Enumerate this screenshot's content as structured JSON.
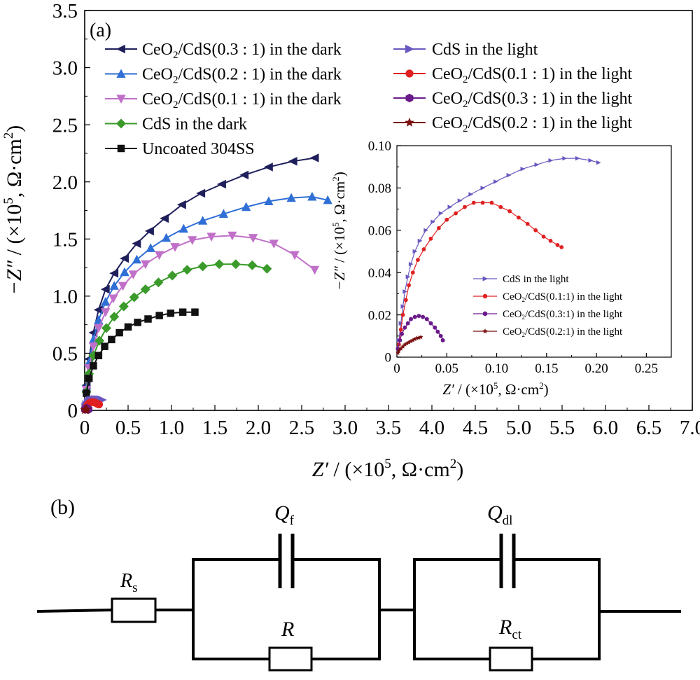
{
  "panel_a": {
    "label": "(a)",
    "xlabel": {
      "var": "Z′",
      "rest": " / (×10",
      "exp": "5",
      "unit": ", Ω·cm",
      "unit_exp": "2",
      "close": ")"
    },
    "ylabel": {
      "var": "−Z″",
      "rest": " / (×10",
      "exp": "5",
      "unit": ", Ω·cm",
      "unit_exp": "2",
      "close": ")"
    }
  },
  "panel_b": {
    "label": "(b)",
    "components": {
      "rs": {
        "main": "R",
        "sub": "s"
      },
      "qf": {
        "main": "Q",
        "sub": "f"
      },
      "r": {
        "main": "R",
        "sub": ""
      },
      "qdl": {
        "main": "Q",
        "sub": "dl"
      },
      "rct": {
        "main": "R",
        "sub": "ct"
      }
    }
  },
  "chart_data": [
    {
      "type": "line",
      "name": "main",
      "xlim": [
        0,
        7.0
      ],
      "ylim": [
        0,
        3.5
      ],
      "x_ticks": [
        "0",
        "0.5",
        "1.0",
        "1.5",
        "2.0",
        "2.5",
        "3.0",
        "3.5",
        "4.0",
        "4.5",
        "5.0",
        "5.5",
        "6.0",
        "6.5",
        "7.0"
      ],
      "y_ticks": [
        "0",
        "0.5",
        "1.0",
        "1.5",
        "2.0",
        "2.5",
        "3.0",
        "3.5"
      ],
      "legend_left": [
        {
          "pre": "CeO",
          "sub": "2",
          "post": "/CdS(0.3 : 1) in the dark",
          "series": "ceo2_03_dark"
        },
        {
          "pre": "CeO",
          "sub": "2",
          "post": "/CdS(0.2 : 1) in the dark",
          "series": "ceo2_02_dark"
        },
        {
          "pre": "CeO",
          "sub": "2",
          "post": "/CdS(0.1 : 1) in the dark",
          "series": "ceo2_01_dark"
        },
        {
          "pre": "CdS in the dark",
          "sub": "",
          "post": "",
          "series": "cds_dark"
        },
        {
          "pre": "Uncoated 304SS",
          "sub": "",
          "post": "",
          "series": "uncoated"
        }
      ],
      "legend_right": [
        {
          "pre": "CdS in the light",
          "sub": "",
          "post": "",
          "series": "cds_light"
        },
        {
          "pre": "CeO",
          "sub": "2",
          "post": "/CdS(0.1 : 1) in the light",
          "series": "ceo2_01_light"
        },
        {
          "pre": "CeO",
          "sub": "2",
          "post": "/CdS(0.3 : 1) in the light",
          "series": "ceo2_03_light"
        },
        {
          "pre": "CeO",
          "sub": "2",
          "post": "/CdS(0.2 : 1) in the light",
          "series": "ceo2_02_light"
        }
      ],
      "series": [
        {
          "id": "ceo2_03_dark",
          "color": "#1f1f5c",
          "marker": "tri-left",
          "x": [
            0.02,
            0.05,
            0.1,
            0.16,
            0.24,
            0.34,
            0.46,
            0.6,
            0.75,
            0.92,
            1.12,
            1.34,
            1.58,
            1.84,
            2.12,
            2.4,
            2.65
          ],
          "y": [
            0.22,
            0.45,
            0.68,
            0.88,
            1.06,
            1.2,
            1.33,
            1.46,
            1.57,
            1.68,
            1.8,
            1.9,
            1.98,
            2.06,
            2.13,
            2.18,
            2.21
          ]
        },
        {
          "id": "ceo2_02_dark",
          "color": "#2f6fd6",
          "marker": "tri-up",
          "x": [
            0.02,
            0.05,
            0.1,
            0.16,
            0.24,
            0.34,
            0.46,
            0.6,
            0.76,
            0.94,
            1.14,
            1.36,
            1.6,
            1.86,
            2.12,
            2.38,
            2.62,
            2.8
          ],
          "y": [
            0.2,
            0.42,
            0.62,
            0.79,
            0.95,
            1.09,
            1.21,
            1.32,
            1.42,
            1.51,
            1.59,
            1.66,
            1.72,
            1.78,
            1.83,
            1.86,
            1.87,
            1.84
          ]
        },
        {
          "id": "ceo2_01_dark",
          "color": "#c070c8",
          "marker": "tri-down",
          "x": [
            0.02,
            0.05,
            0.1,
            0.16,
            0.24,
            0.33,
            0.44,
            0.56,
            0.7,
            0.86,
            1.04,
            1.24,
            1.46,
            1.7,
            1.94,
            2.18,
            2.42,
            2.65
          ],
          "y": [
            0.18,
            0.37,
            0.56,
            0.72,
            0.86,
            0.98,
            1.09,
            1.19,
            1.28,
            1.36,
            1.43,
            1.49,
            1.52,
            1.53,
            1.51,
            1.46,
            1.36,
            1.23
          ]
        },
        {
          "id": "cds_dark",
          "color": "#3a9a2a",
          "marker": "diamond",
          "x": [
            0.02,
            0.05,
            0.1,
            0.17,
            0.25,
            0.34,
            0.45,
            0.57,
            0.7,
            0.85,
            1.01,
            1.18,
            1.36,
            1.55,
            1.74,
            1.93,
            2.1
          ],
          "y": [
            0.16,
            0.32,
            0.48,
            0.61,
            0.72,
            0.82,
            0.91,
            0.99,
            1.06,
            1.12,
            1.18,
            1.23,
            1.26,
            1.28,
            1.28,
            1.27,
            1.24
          ]
        },
        {
          "id": "uncoated",
          "color": "#111111",
          "marker": "square",
          "x": [
            0.02,
            0.05,
            0.1,
            0.16,
            0.23,
            0.31,
            0.4,
            0.5,
            0.61,
            0.73,
            0.86,
            0.99,
            1.13,
            1.27
          ],
          "y": [
            0.15,
            0.28,
            0.39,
            0.48,
            0.56,
            0.62,
            0.68,
            0.73,
            0.77,
            0.8,
            0.83,
            0.85,
            0.86,
            0.86
          ]
        },
        {
          "id": "cds_light",
          "color": "#6a58c0",
          "marker": "tri-right",
          "x": [
            0.01,
            0.02,
            0.04,
            0.06,
            0.08,
            0.1,
            0.12,
            0.14,
            0.16,
            0.18,
            0.2
          ],
          "y": [
            0.03,
            0.05,
            0.07,
            0.085,
            0.09,
            0.093,
            0.095,
            0.095,
            0.095,
            0.094,
            0.092
          ]
        },
        {
          "id": "ceo2_01_light",
          "color": "#e02020",
          "marker": "circle",
          "x": [
            0.01,
            0.03,
            0.05,
            0.07,
            0.09,
            0.11,
            0.13,
            0.15,
            0.165
          ],
          "y": [
            0.02,
            0.045,
            0.062,
            0.07,
            0.073,
            0.07,
            0.064,
            0.056,
            0.052
          ]
        },
        {
          "id": "ceo2_03_light",
          "color": "#6a1a8a",
          "marker": "hexagon",
          "x": [
            0.004,
            0.01,
            0.016,
            0.022,
            0.028,
            0.034,
            0.04,
            0.045
          ],
          "y": [
            0.008,
            0.014,
            0.018,
            0.019,
            0.018,
            0.015,
            0.011,
            0.008
          ]
        },
        {
          "id": "ceo2_02_light",
          "color": "#7a1010",
          "marker": "star",
          "x": [
            0.002,
            0.005,
            0.009,
            0.014,
            0.019,
            0.024
          ],
          "y": [
            0.003,
            0.006,
            0.008,
            0.009,
            0.0095,
            0.0095
          ]
        }
      ]
    },
    {
      "type": "line",
      "name": "inset",
      "xlim": [
        0,
        0.275
      ],
      "ylim": [
        0,
        0.1
      ],
      "x_ticks": [
        "0",
        "0.05",
        "0.10",
        "0.15",
        "0.20",
        "0.25"
      ],
      "y_ticks": [
        "0",
        "0.02",
        "0.04",
        "0.06",
        "0.08",
        "0.10"
      ],
      "xlabel": {
        "var": "Z′",
        "rest": " / (×10",
        "exp": "5",
        "unit": ", Ω·cm",
        "unit_exp": "2",
        "close": ")"
      },
      "ylabel": {
        "var": "−Z″",
        "rest": " / (×10",
        "exp": "5",
        "unit": ", Ω·cm",
        "unit_exp": "2",
        "close": ")"
      },
      "legend": [
        {
          "pre": "CdS in the light",
          "sub": "",
          "post": "",
          "series": "cds_light"
        },
        {
          "pre": "CeO",
          "sub": "2",
          "post": "/CdS(0.1:1) in the light",
          "series": "ceo2_01_light"
        },
        {
          "pre": "CeO",
          "sub": "2",
          "post": "/CdS(0.3:1) in the light",
          "series": "ceo2_03_light"
        },
        {
          "pre": "CeO",
          "sub": "2",
          "post": "/CdS(0.2:1) in the light",
          "series": "ceo2_02_light"
        }
      ],
      "series": [
        {
          "id": "cds_light",
          "color": "#6a58c0",
          "marker": "tri-right",
          "x": [
            0.002,
            0.004,
            0.006,
            0.008,
            0.011,
            0.014,
            0.018,
            0.023,
            0.029,
            0.036,
            0.044,
            0.053,
            0.063,
            0.074,
            0.086,
            0.099,
            0.112,
            0.126,
            0.14,
            0.154,
            0.168,
            0.181,
            0.194,
            0.202
          ],
          "y": [
            0.008,
            0.016,
            0.024,
            0.031,
            0.038,
            0.044,
            0.05,
            0.055,
            0.06,
            0.064,
            0.068,
            0.071,
            0.074,
            0.077,
            0.08,
            0.083,
            0.086,
            0.089,
            0.091,
            0.093,
            0.094,
            0.094,
            0.093,
            0.092
          ]
        },
        {
          "id": "ceo2_01_light",
          "color": "#e02020",
          "marker": "circle",
          "x": [
            0.002,
            0.004,
            0.006,
            0.009,
            0.012,
            0.016,
            0.021,
            0.027,
            0.034,
            0.042,
            0.05,
            0.059,
            0.068,
            0.077,
            0.086,
            0.095,
            0.104,
            0.113,
            0.122,
            0.131,
            0.139,
            0.147,
            0.154,
            0.161,
            0.165
          ],
          "y": [
            0.006,
            0.013,
            0.02,
            0.027,
            0.034,
            0.04,
            0.046,
            0.051,
            0.056,
            0.061,
            0.065,
            0.068,
            0.071,
            0.073,
            0.073,
            0.073,
            0.071,
            0.069,
            0.066,
            0.063,
            0.06,
            0.057,
            0.055,
            0.053,
            0.052
          ]
        },
        {
          "id": "ceo2_03_light",
          "color": "#6a1a8a",
          "marker": "hexagon",
          "x": [
            0.001,
            0.003,
            0.005,
            0.008,
            0.011,
            0.014,
            0.018,
            0.022,
            0.026,
            0.03,
            0.034,
            0.038,
            0.041,
            0.044,
            0.046
          ],
          "y": [
            0.004,
            0.008,
            0.011,
            0.014,
            0.016,
            0.018,
            0.019,
            0.0195,
            0.019,
            0.018,
            0.016,
            0.014,
            0.012,
            0.01,
            0.008
          ]
        },
        {
          "id": "ceo2_02_light",
          "color": "#7a1010",
          "marker": "star",
          "x": [
            0.001,
            0.002,
            0.004,
            0.006,
            0.008,
            0.01,
            0.012,
            0.014,
            0.016,
            0.018,
            0.02,
            0.022,
            0.024
          ],
          "y": [
            0.002,
            0.003,
            0.004,
            0.005,
            0.006,
            0.0065,
            0.007,
            0.0075,
            0.008,
            0.0085,
            0.009,
            0.0092,
            0.0095
          ]
        }
      ]
    }
  ]
}
